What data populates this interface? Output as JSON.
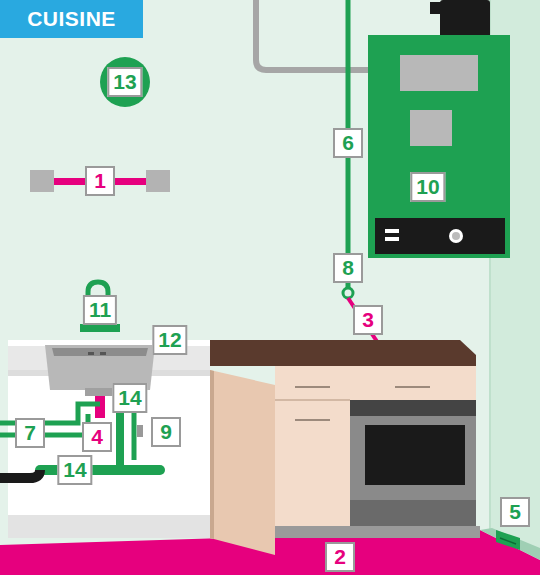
{
  "diagram": {
    "title": "CUISINE",
    "labels": [
      "13",
      "1",
      "6",
      "10",
      "8",
      "11",
      "3",
      "12",
      "14",
      "4",
      "9",
      "7",
      "14",
      "5",
      "2"
    ]
  }
}
